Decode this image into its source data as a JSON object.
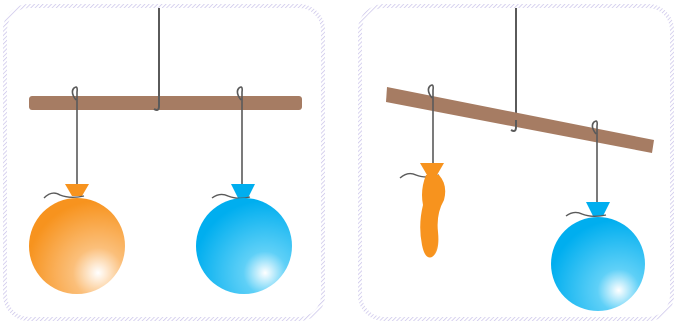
{
  "panels": [
    {
      "state": "balanced",
      "balloons": [
        {
          "side": "left",
          "state": "inflated",
          "color": "#f7931e"
        },
        {
          "side": "right",
          "state": "inflated",
          "color": "#00aeef"
        }
      ]
    },
    {
      "state": "tilted",
      "balloons": [
        {
          "side": "left",
          "state": "deflated",
          "color": "#f7931e"
        },
        {
          "side": "right",
          "state": "inflated",
          "color": "#00aeef"
        }
      ]
    }
  ],
  "colors": {
    "beam": "#a67c63",
    "string": "#5a5a5a",
    "frame": "#c7c0e8",
    "balloon_orange": "#f7931e",
    "balloon_blue": "#00aeef"
  }
}
